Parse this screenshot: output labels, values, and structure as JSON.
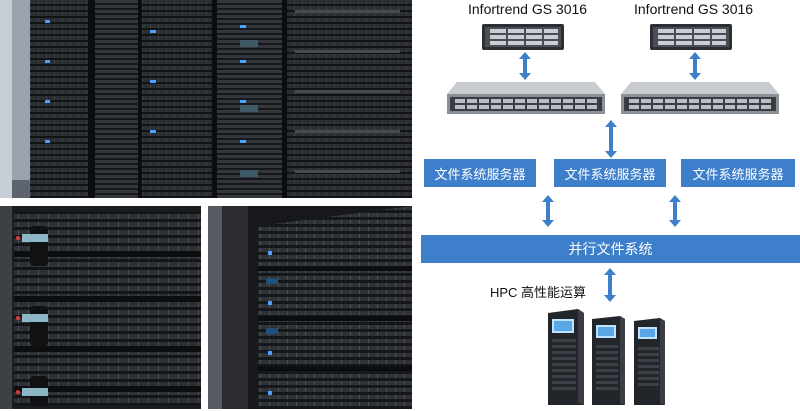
{
  "storage_units": [
    {
      "label": "Infortrend GS 3016"
    },
    {
      "label": "Infortrend GS 3016"
    }
  ],
  "file_servers": [
    {
      "label": "文件系统服务器"
    },
    {
      "label": "文件系统服务器"
    },
    {
      "label": "文件系统服务器"
    }
  ],
  "parallel_fs": {
    "label": "并行文件系统"
  },
  "hpc": {
    "label": "HPC 高性能运算"
  },
  "colors": {
    "box": "#3d7fcb",
    "arrow": "#3d7fcb",
    "photo_bg": "#1a1c1f"
  }
}
